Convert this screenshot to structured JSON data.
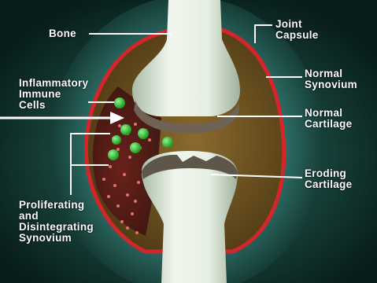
{
  "labels": {
    "bone": "Bone",
    "joint_capsule": "Joint\nCapsule",
    "normal_synovium": "Normal\nSynovium",
    "normal_cartilage": "Normal\nCartilage",
    "inflammatory_cells": "Inflammatory\nImmune\nCells",
    "eroding_cartilage": "Eroding\nCartilage",
    "proliferating_synovium": "Proliferating\nand\nDisintegrating\nSynovium"
  },
  "colors": {
    "background_outer": "#0a2420",
    "background_inner": "#1c4a44",
    "capsule_red": "#d4262a",
    "synovial_fluid": "#6b4f22",
    "bone": "#dfe9dc",
    "cartilage": "#7a6a5a",
    "immune_cell": "#3dcc3d",
    "debris": "#e07070",
    "label_text": "#ffffff"
  }
}
